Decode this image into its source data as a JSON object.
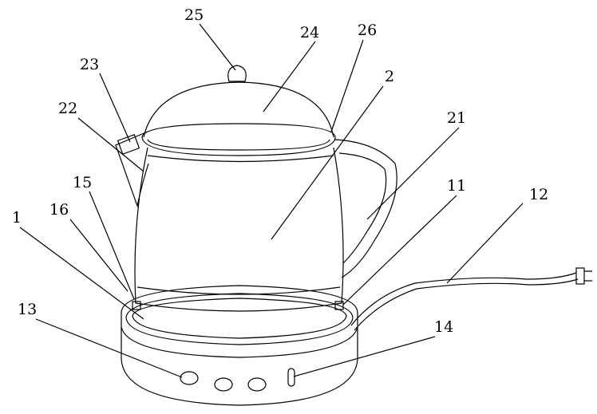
{
  "labels": {
    "l25": "25",
    "l24": "24",
    "l26": "26",
    "l23": "23",
    "l2": "2",
    "l22": "22",
    "l21": "21",
    "l15": "15",
    "l11": "11",
    "l12": "12",
    "l16": "16",
    "l1": "1",
    "l13": "13",
    "l14": "14"
  }
}
